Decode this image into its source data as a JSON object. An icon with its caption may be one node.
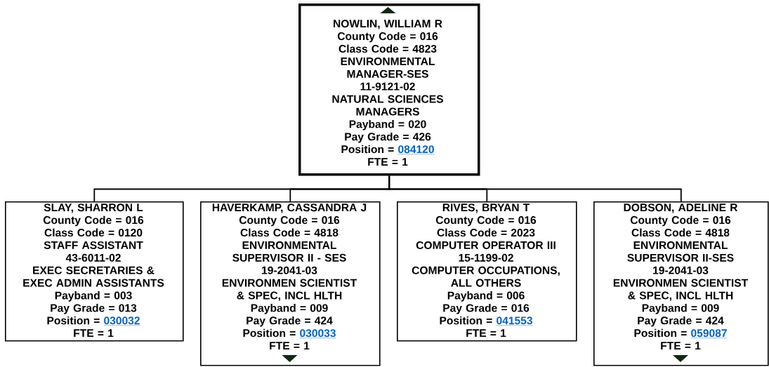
{
  "diagram": {
    "nodes": [
      {
        "text": [
          "NOWLIN, WILLIAM R",
          "County Code = 016",
          "Class Code = 4823",
          "ENVIRONMENTAL MANAGER-SES",
          "11-9121-02",
          "NATURAL SCIENCES MANAGERS",
          "Payband = 020",
          "Pay Grade = 426",
          "Position =",
          "084120",
          "FTE = 1"
        ]
      },
      {
        "text": [
          "SLAY, SHARRON L",
          "County Code = 016",
          "Class Code = 0120",
          "STAFF ASSISTANT",
          "43-6011-02",
          "EXEC SECRETARIES & EXEC ADMIN ASSISTANTS",
          "Payband = 003",
          "Pay Grade = 013",
          "Position =",
          "030032",
          "FTE = 1"
        ]
      },
      {
        "text": [
          "HAVERKAMP, CASSANDRA J",
          "County Code = 016",
          "Class Code = 4818",
          "ENVIRONMENTAL SUPERVISOR II - SES",
          "19-2041-03",
          "ENVIRONMEN SCIENTIST & SPEC, INCL HLTH",
          "Payband = 009",
          "Pay Grade = 424",
          "Position =",
          "030033",
          "FTE = 1"
        ]
      },
      {
        "text": [
          "RIVES, BRYAN T",
          "County Code = 016",
          "Class Code = 2023",
          "COMPUTER OPERATOR III",
          "15-1199-02",
          "COMPUTER OCCUPATIONS, ALL OTHERS",
          "Payband = 006",
          "Pay Grade = 016",
          "Position =",
          "041553",
          "FTE = 1"
        ]
      },
      {
        "text": [
          "DOBSON, ADELINE R",
          "County Code = 016",
          "Class Code = 4818",
          "ENVIRONMENTAL SUPERVISOR II-SES",
          "19-2041-03",
          "ENVIRONMEN SCIENTIST & SPEC, INCL HLTH",
          "Payband = 009",
          "Pay Grade = 424",
          "Position =",
          "059087",
          "FTE = 1"
        ]
      }
    ],
    "edges": [
      {
        "from": 0,
        "to": 1,
        "arrow": "none"
      },
      {
        "from": 0,
        "to": 2,
        "arrow": "none"
      },
      {
        "from": 0,
        "to": 3,
        "arrow": "none"
      },
      {
        "from": 0,
        "to": 4,
        "arrow": "none"
      }
    ]
  }
}
